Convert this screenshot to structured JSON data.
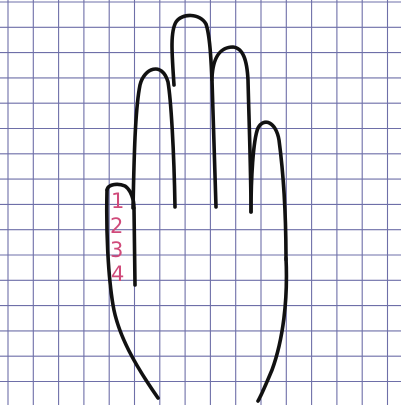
{
  "diagram": {
    "thumb_segment_labels": [
      "1",
      "2",
      "3",
      "4"
    ],
    "colors": {
      "background": "#ffffff",
      "grid": "#6e6fa8",
      "outline": "#111111",
      "labels": "#d04a7a"
    }
  }
}
